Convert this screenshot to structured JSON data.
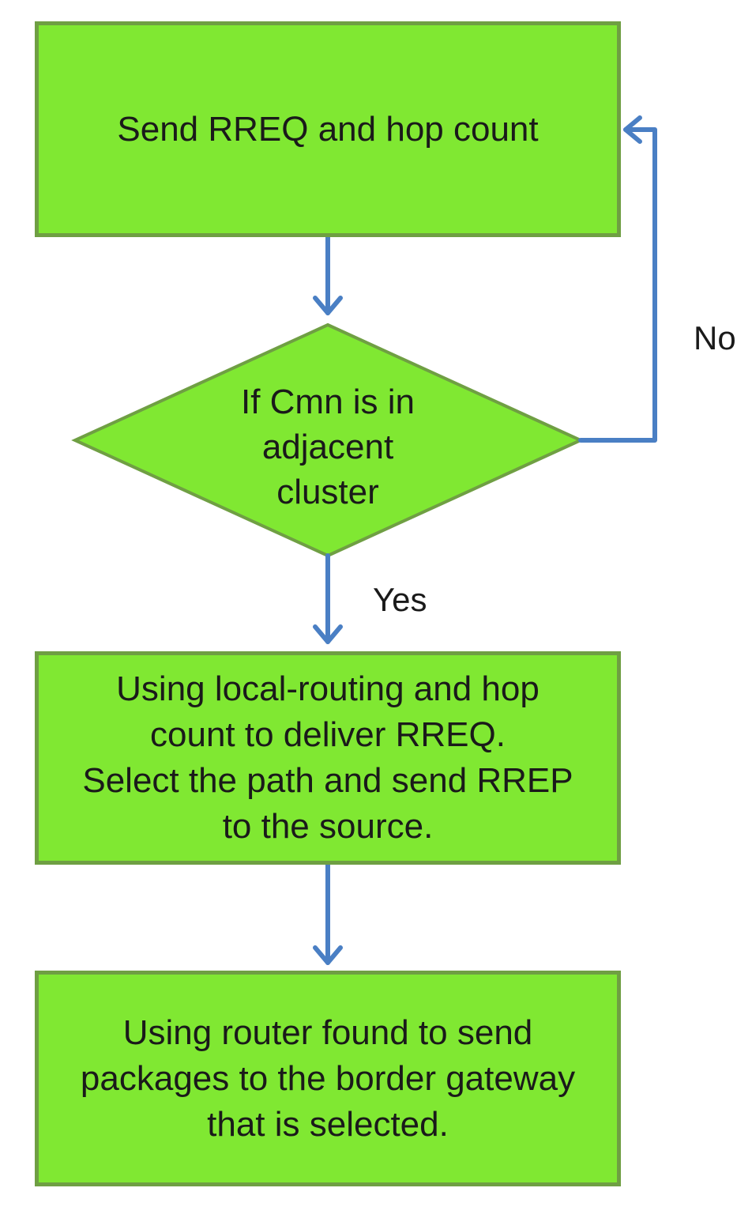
{
  "nodes": {
    "send_rreq": "Send RREQ and hop count",
    "decision": "If Cmn is in\nadjacent\ncluster",
    "local_routing": "Using local-routing and hop\ncount to deliver RREQ.\nSelect the path and send RREP\nto the source.",
    "send_packages": "Using router found to send\npackages to the border gateway\nthat is selected."
  },
  "edges": {
    "no_label": "No",
    "yes_label": "Yes"
  },
  "colors": {
    "node_fill": "#80e832",
    "node_border": "#6f9f43",
    "arrow": "#4a7fc4"
  }
}
